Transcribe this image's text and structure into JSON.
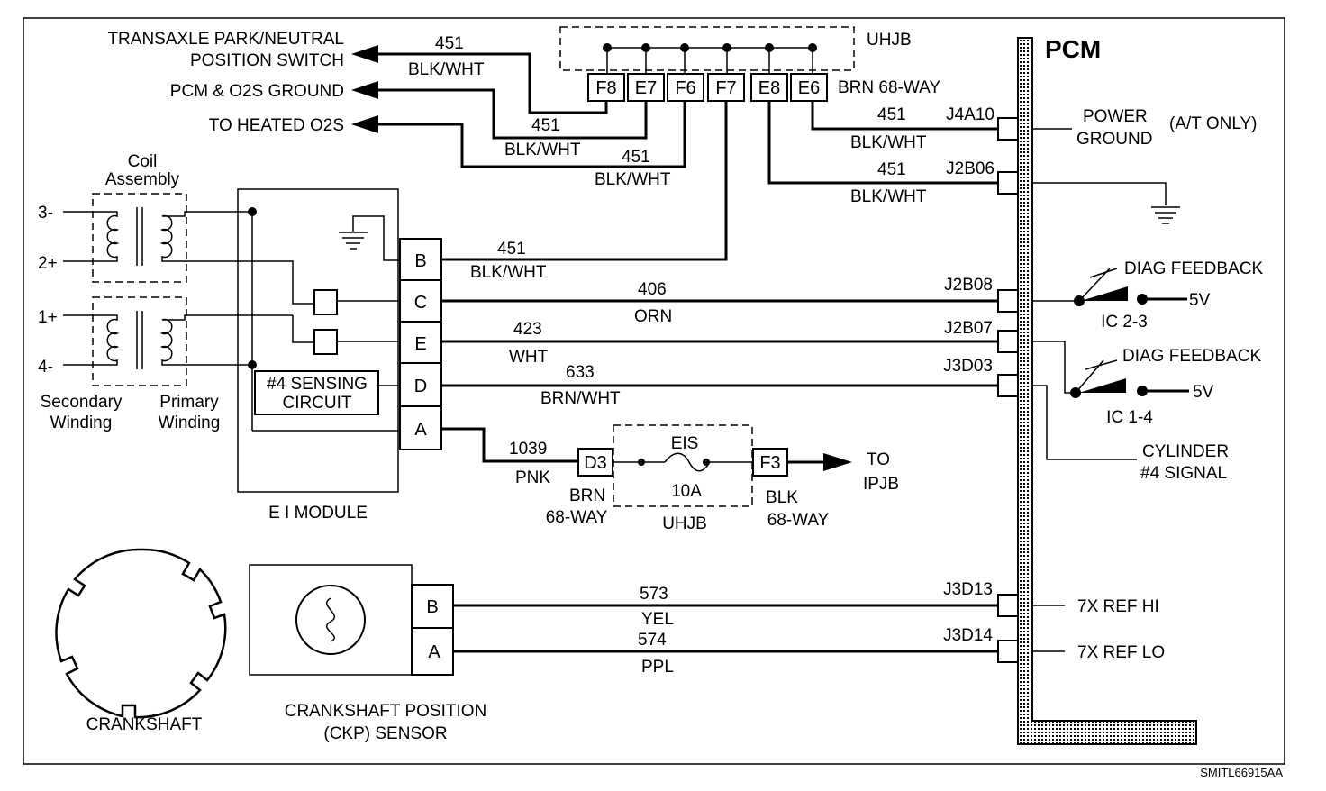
{
  "diagram_id": "SMITL66915AA",
  "pcm": {
    "title": "PCM"
  },
  "uhjb_top": {
    "label": "UHJB",
    "connector": "BRN 68-WAY",
    "pins": [
      "F8",
      "E7",
      "F6",
      "F7",
      "E8",
      "E6"
    ]
  },
  "destinations": {
    "park_neutral_1": "TRANSAXLE PARK/NEUTRAL",
    "park_neutral_2": "POSITION SWITCH",
    "pcm_o2s_ground": "PCM & O2S GROUND",
    "heated_o2s": "TO HEATED O2S"
  },
  "wire_labels": {
    "c451": "451",
    "blk_wht": "BLK/WHT",
    "c406": "406",
    "orn": "ORN",
    "c423": "423",
    "wht": "WHT",
    "c633": "633",
    "brn_wht": "BRN/WHT",
    "c1039": "1039",
    "pnk": "PNK",
    "c573": "573",
    "yel": "YEL",
    "c574": "574",
    "ppl": "PPL"
  },
  "pcm_pins": {
    "j4a10": "J4A10",
    "j2b06": "J2B06",
    "j2b08": "J2B08",
    "j2b07": "J2B07",
    "j3d03": "J3D03",
    "j3d13": "J3D13",
    "j3d14": "J3D14"
  },
  "pcm_labels": {
    "power": "POWER",
    "ground": "GROUND",
    "at_only": "(A/T ONLY)",
    "diag_feedback": "DIAG FEEDBACK",
    "v5": "5V",
    "ic23": "IC 2-3",
    "ic14": "IC 1-4",
    "cyl1": "CYLINDER",
    "cyl2": "#4 SIGNAL",
    "ref_hi": "7X REF HI",
    "ref_lo": "7X REF LO"
  },
  "coil": {
    "title1": "Coil",
    "title2": "Assembly",
    "t3": "3-",
    "t2": "2+",
    "t1": "1+",
    "t4": "4-",
    "secondary1": "Secondary",
    "secondary2": "Winding",
    "primary1": "Primary",
    "primary2": "Winding"
  },
  "ei_module": {
    "label": "E I MODULE",
    "pins": [
      "B",
      "C",
      "E",
      "D",
      "A"
    ],
    "sensing1": "#4 SENSING",
    "sensing2": "CIRCUIT"
  },
  "eis_fuse": {
    "label": "EIS",
    "rating": "10A",
    "uhjb": "UHJB",
    "left_pin": "D3",
    "left_conn1": "BRN",
    "left_conn2": "68-WAY",
    "right_pin": "F3",
    "right_conn1": "BLK",
    "right_conn2": "68-WAY",
    "to1": "TO",
    "to2": "IPJB"
  },
  "ckp": {
    "label1": "CRANKSHAFT POSITION",
    "label2": "(CKP) SENSOR",
    "pin_b": "B",
    "pin_a": "A"
  },
  "crankshaft": {
    "label": "CRANKSHAFT"
  }
}
